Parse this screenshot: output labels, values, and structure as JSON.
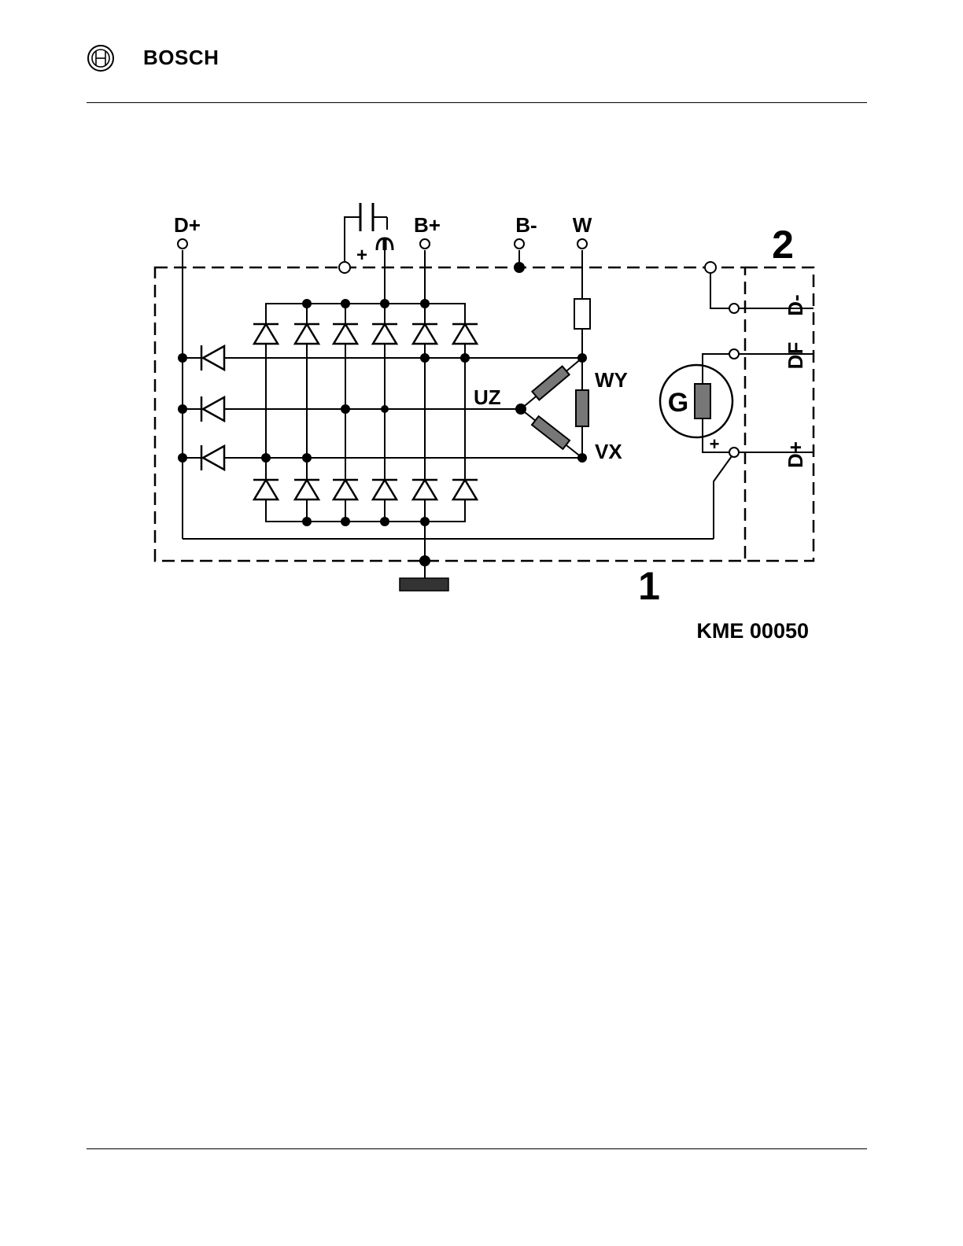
{
  "header": {
    "brand": "BOSCH"
  },
  "diagram": {
    "terminals": {
      "d_plus_top": "D+",
      "b_plus": "B+",
      "b_minus": "B-",
      "w": "W",
      "d_minus": "D-",
      "df": "DF",
      "d_plus_right": "D+"
    },
    "capacitor_plus": "+",
    "windings": {
      "uz": "UZ",
      "wy": "WY",
      "vx": "VX"
    },
    "generator": "G",
    "regulator_plus": "+",
    "region_1": "1",
    "region_2": "2",
    "figure_code": "KME 00050"
  }
}
